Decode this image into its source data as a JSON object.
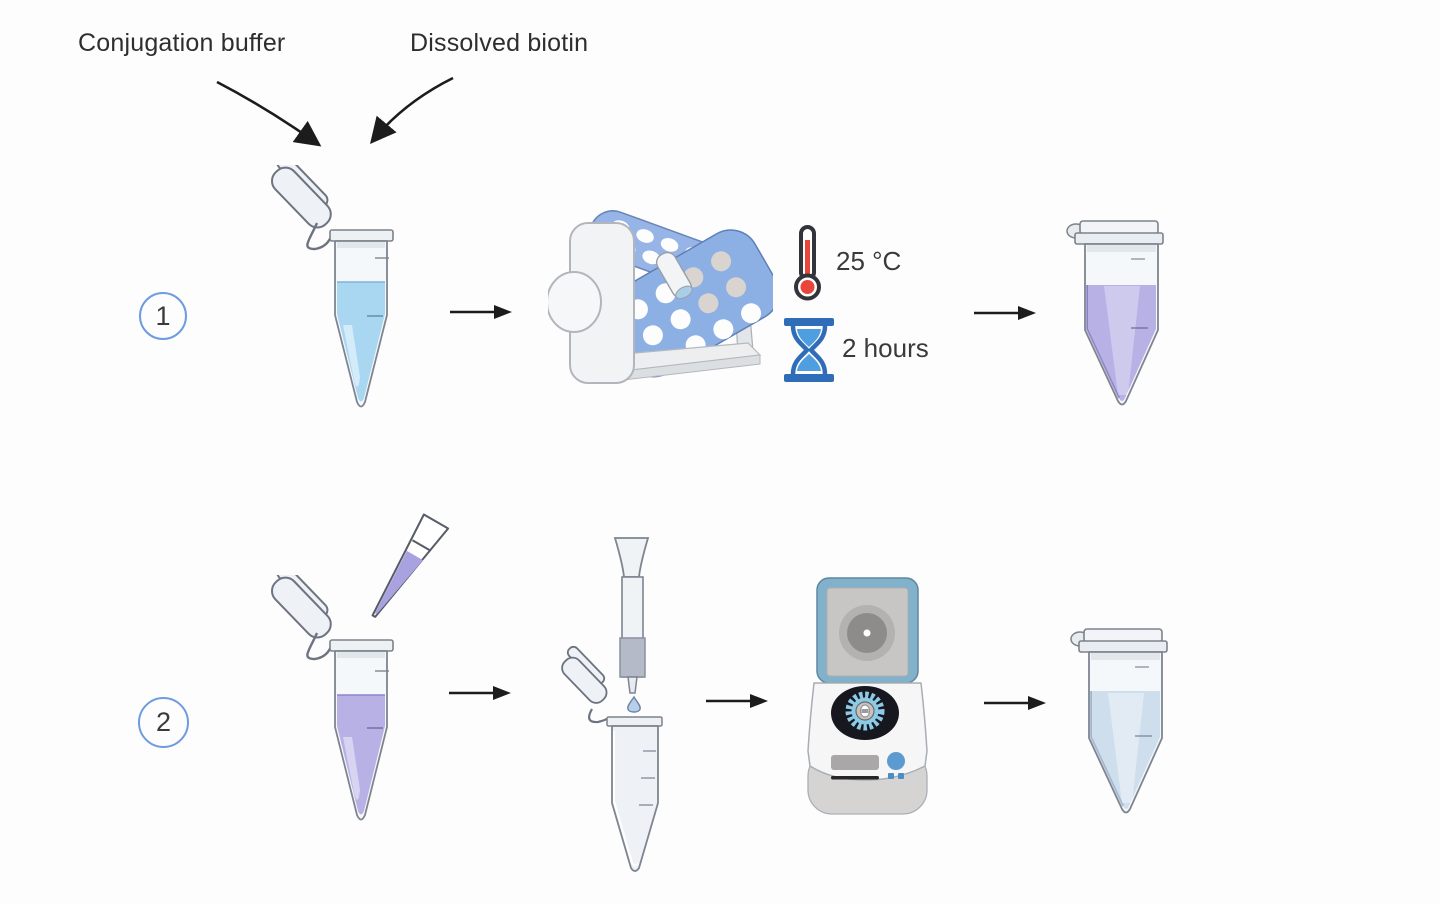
{
  "figure": {
    "background_color": "#fdfdfd",
    "annotations": {
      "conjugation_buffer": "Conjugation buffer",
      "dissolved_biotin": "Dissolved biotin"
    },
    "steps": [
      {
        "number": "1",
        "conditions": {
          "temperature": "25 °C",
          "duration": "2 hours"
        },
        "items": [
          "open-tube-blue-liquid",
          "arrow-right",
          "tube-rotator",
          "thermometer-icon",
          "hourglass-icon",
          "arrow-right",
          "closed-tube-purple-liquid"
        ]
      },
      {
        "number": "2",
        "items": [
          "open-tube-purple-liquid",
          "pipette-tip",
          "arrow-right",
          "spin-column",
          "droplet",
          "open-empty-tube",
          "arrow-right",
          "microcentrifuge",
          "arrow-right",
          "closed-tube-pale-blue-liquid"
        ]
      }
    ],
    "colors": {
      "step_circle_border": "#6f9be0",
      "arrow": "#1c1c1c",
      "blue_liquid": "#a9d7f2",
      "purple_liquid": "#b7b1e6",
      "pale_blue_liquid": "#cfdeed",
      "rotator_blue": "#8fb0e2",
      "hourglass_frame": "#2f6db8",
      "hourglass_sand": "#4f9fe0",
      "thermometer_red": "#e8463a",
      "centrifuge_lid_blue": "#81b1cb",
      "centrifuge_rotor_blue": "#8ccae6"
    }
  }
}
